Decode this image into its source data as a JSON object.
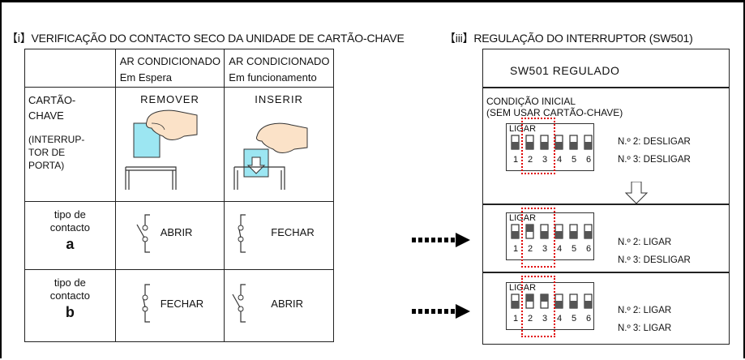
{
  "headings": {
    "left": "【i】VERIFICAÇÃO DO CONTACTO SECO DA UNIDADE DE CARTÃO-CHAVE",
    "right": "【iii】REGULAÇÃO DO INTERRUPTOR (SW501)"
  },
  "table": {
    "col1": {
      "line1": "AR CONDICIONADO",
      "line2": "Em Espera"
    },
    "col2": {
      "line1": "AR CONDICIONADO",
      "line2": "Em funcionamento"
    },
    "row1_label": {
      "line1": "CARTÃO-",
      "line2": "CHAVE",
      "line3": "(INTERRUP-",
      "line4": "TOR DE",
      "line5": "PORTA)"
    },
    "remove": "REMOVER",
    "insert": "INSERIR",
    "row2_label": {
      "line1": "tipo de",
      "line2": "contacto",
      "big": "a"
    },
    "row3_label": {
      "line1": "tipo de",
      "line2": "contacto",
      "big": "b"
    },
    "a_col1": "ABRIR",
    "a_col2": "FECHAR",
    "b_col1": "FECHAR",
    "b_col2": "ABRIR"
  },
  "sw": {
    "title": "SW501 REGULADO",
    "init_line1": "CONDIÇÃO INICIAL",
    "init_line2": "(SEM USAR CARTÃO-CHAVE)",
    "on_label": "LIGAR",
    "numbers": [
      "1",
      "2",
      "3",
      "4",
      "5",
      "6"
    ],
    "p1_s2": "N.º 2: DESLIGAR",
    "p1_s3": "N.º 3: DESLIGAR",
    "p2_s2": "N.º 2: LIGAR",
    "p2_s3": "N.º 3: DESLIGAR",
    "p3_s2": "N.º 2: LIGAR",
    "p3_s3": "N.º 3: LIGAR"
  },
  "colors": {
    "highlight": "#e00000",
    "line": "#222222"
  }
}
